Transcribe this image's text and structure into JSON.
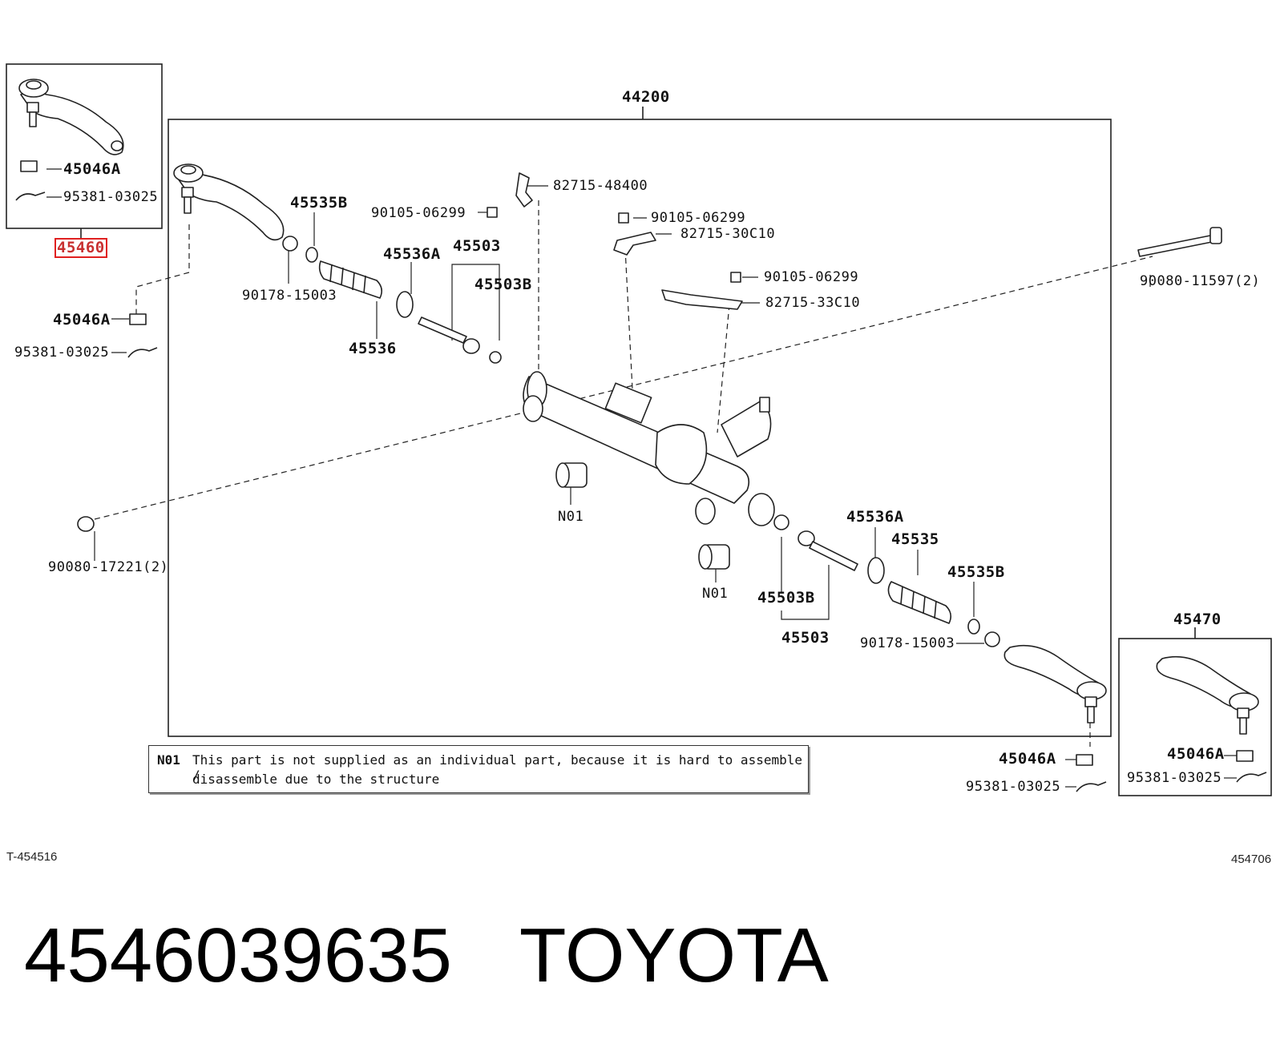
{
  "assembly_label": "44200",
  "kit_left_label": "45460",
  "kit_right_label": "45470",
  "parts": {
    "p45046A": "45046A",
    "p95381": "95381-03025",
    "p45535B": "45535B",
    "p90178": "90178-15003",
    "p45536A": "45536A",
    "p45536": "45536",
    "p45503": "45503",
    "p45503B": "45503B",
    "p90105": "90105-06299",
    "p82715_484": "82715-48400",
    "p82715_30C": "82715-30C10",
    "p82715_33C": "82715-33C10",
    "p90080_115": "90080-11597(2)",
    "p90080_172": "90080-17221(2)",
    "pN01": "N01",
    "p45535": "45535"
  },
  "note": {
    "code": "N01",
    "line1": "This part is not supplied as an individual part, because it is hard to assemble /",
    "line2": "disassemble due to the structure"
  },
  "ref_left": "T-454516",
  "ref_right": "454706",
  "caption": {
    "part_number": "4546039635",
    "brand": "TOYOTA"
  },
  "colors": {
    "highlight": "#e02020",
    "line": "#222222"
  }
}
